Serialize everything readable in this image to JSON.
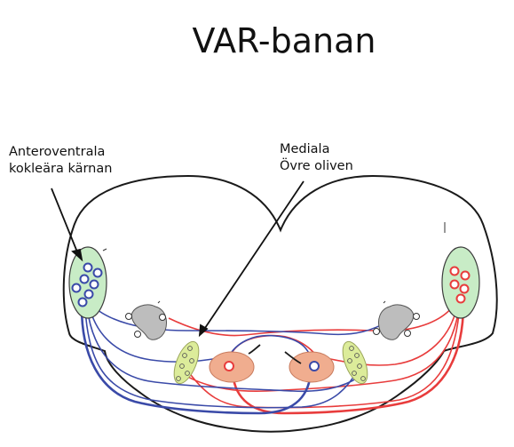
{
  "title": "VAR-banan",
  "labels": {
    "anteroventral": [
      "Anteroventrala",
      "kokleära kärnan"
    ],
    "medial": [
      "Mediala",
      "Övre oliven"
    ]
  },
  "colors": {
    "ipsi": "#e83c3c",
    "contra": "#3a4aa8",
    "cochlear_fill": "#c8ecc6",
    "olive_fill": "#f0ad8f",
    "lateral_fill": "#dcec9a",
    "trapezoid_fill": "#bdbdbd"
  }
}
